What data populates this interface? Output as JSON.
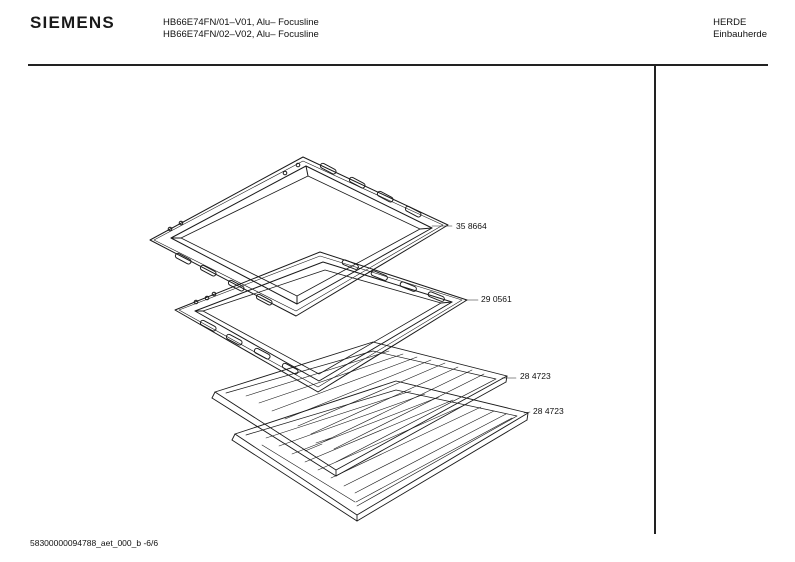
{
  "header": {
    "brand": "SIEMENS",
    "model_lines": [
      "HB66E74FN/01–V01, Alu– Focusline",
      "HB66E74FN/02–V02, Alu– Focusline"
    ],
    "category": "HERDE",
    "subcategory": "Einbauherde"
  },
  "parts": [
    {
      "number": "35 8664"
    },
    {
      "number": "29 0561"
    },
    {
      "number": "28 4723"
    },
    {
      "number": "28 4723"
    }
  ],
  "footer": {
    "document_code": "58300000094788_aet_000_b -6/6"
  }
}
